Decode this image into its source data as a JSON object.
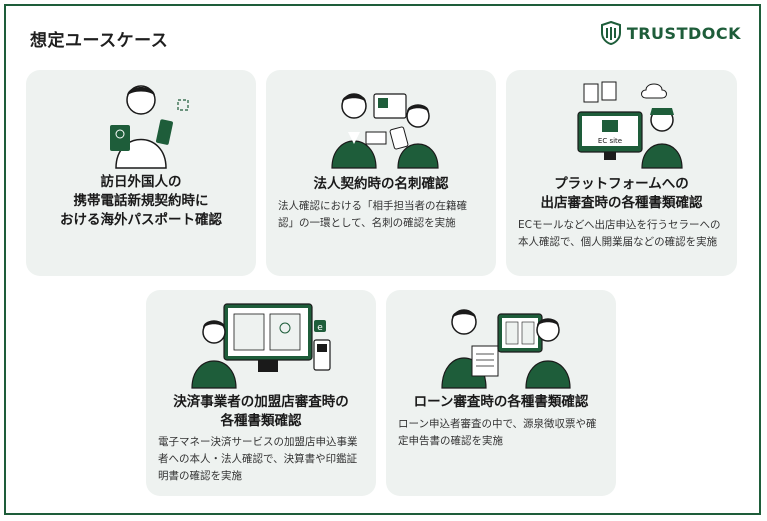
{
  "header": {
    "title": "想定ユースケース",
    "logo_text": "TRUSTDOCK"
  },
  "cards": [
    {
      "title_lines": [
        "訪日外国人の",
        "携帯電話新規契約時に",
        "おける海外パスポート確認"
      ],
      "desc": ""
    },
    {
      "title_lines": [
        "法人契約時の名刺確認"
      ],
      "desc_lines": [
        "法人確認における「相手担当者の在籍確",
        "認」の一環として、名刺の確認を実施"
      ]
    },
    {
      "title_lines": [
        "プラットフォームへの",
        "出店審査時の各種書類確認"
      ],
      "desc_lines": [
        "ECモールなどへ出店申込を行うセラーへの",
        "本人確認で、個人開業届などの確認を実施"
      ],
      "screen_label": "EC site"
    },
    {
      "title_lines": [
        "決済事業者の加盟店審査時の",
        "各種書類確認"
      ],
      "desc_lines": [
        "電子マネー決済サービスの加盟店申込事業",
        "者への本人・法人確認で、決算書や印鑑証",
        "明書の確認を実施"
      ],
      "badge": "e"
    },
    {
      "title_lines": [
        "ローン審査時の各種書類確認"
      ],
      "desc_lines": [
        "ローン申込者審査の中で、源泉徴収票や確",
        "定申告書の確認を実施"
      ]
    }
  ],
  "colors": {
    "accent": "#1e5d3a",
    "card_bg": "#eef2f0",
    "skin": "#ffffff"
  }
}
